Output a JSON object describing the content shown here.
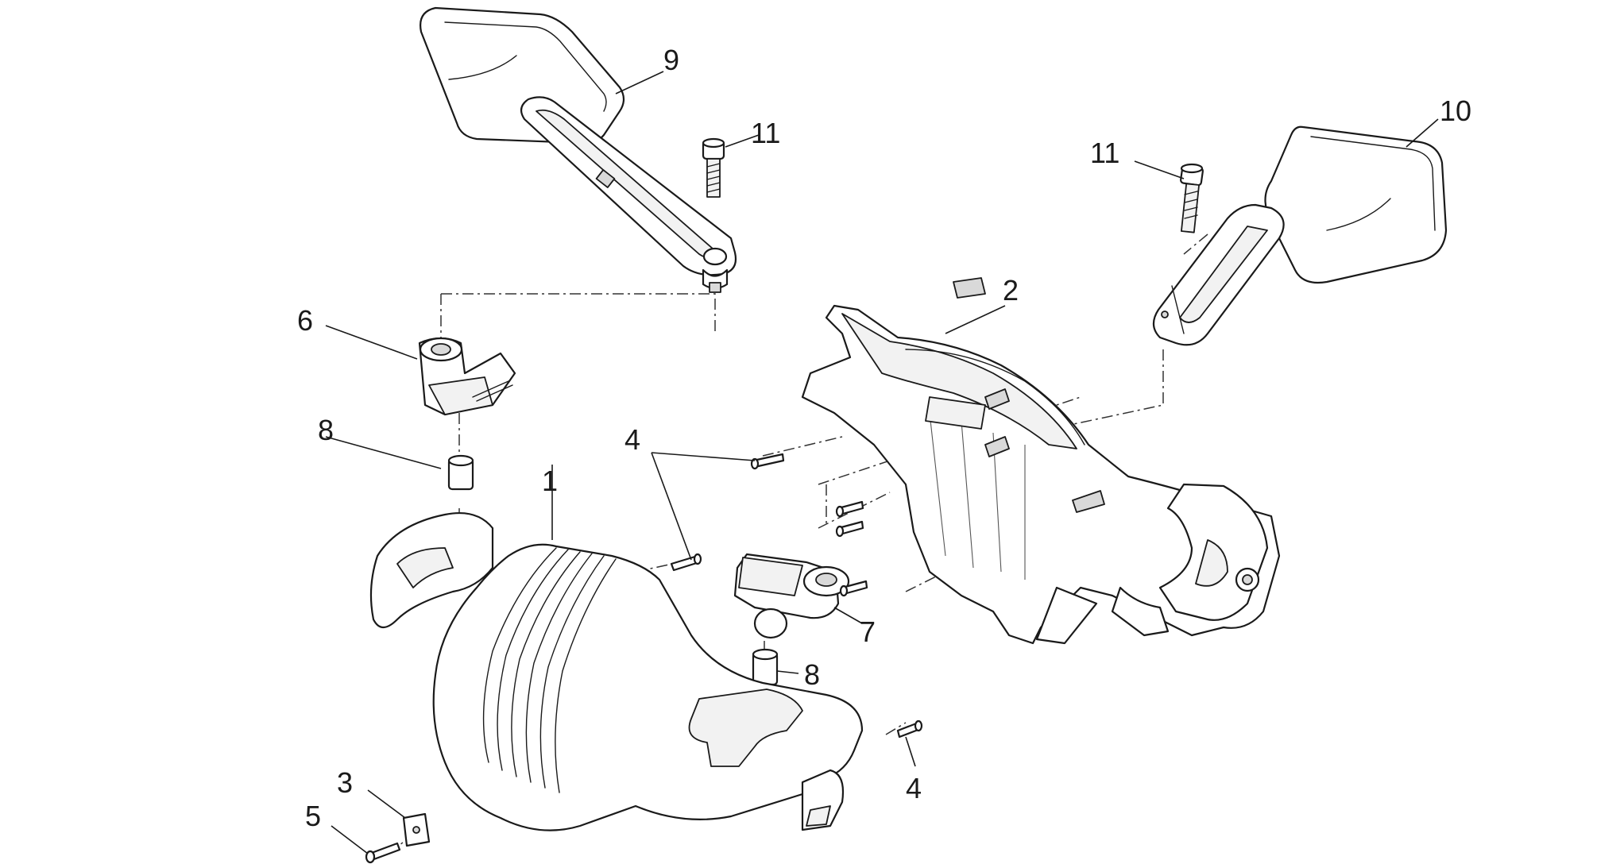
{
  "callouts": {
    "c1": "1",
    "c2": "2",
    "c3": "3",
    "c4a": "4",
    "c4b": "4",
    "c5": "5",
    "c6": "6",
    "c7": "7",
    "c8a": "8",
    "c8b": "8",
    "c9": "9",
    "c10": "10",
    "c11a": "11",
    "c11b": "11"
  }
}
